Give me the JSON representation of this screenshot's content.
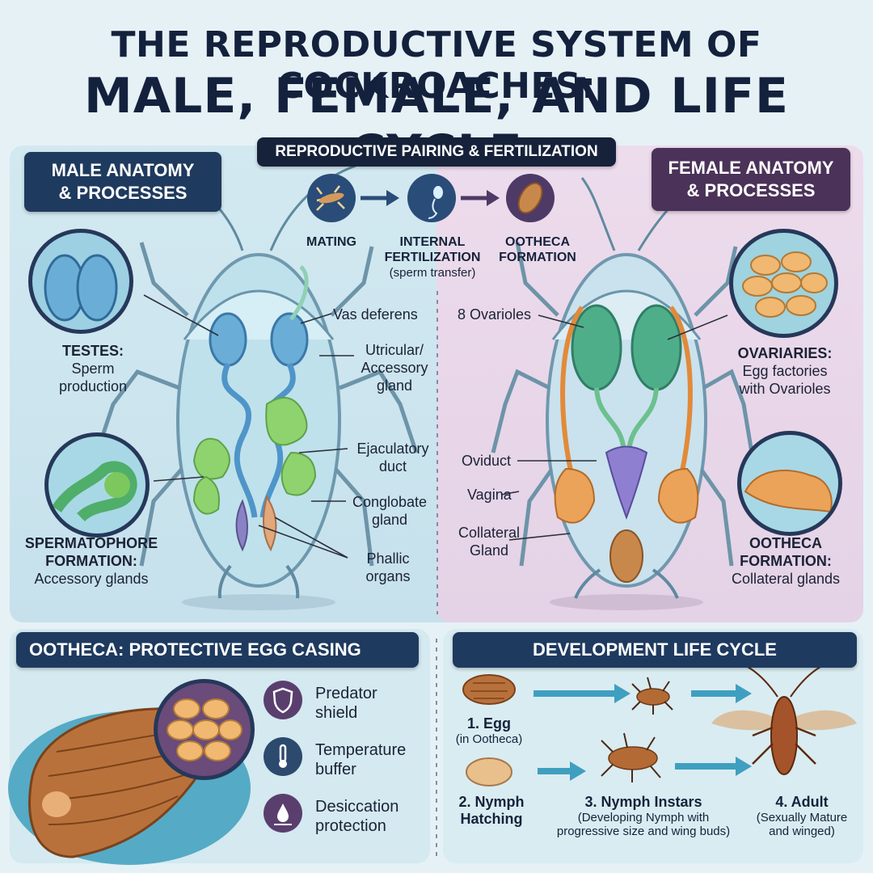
{
  "title": {
    "line1": "THE REPRODUCTIVE SYSTEM OF COCKROACHES:",
    "line2": "MALE, FEMALE, AND LIFE CYCLE"
  },
  "headers": {
    "male": [
      "MALE ANATOMY",
      "& PROCESSES"
    ],
    "center": "REPRODUCTIVE PAIRING & FERTILIZATION",
    "female": [
      "FEMALE ANATOMY",
      "& PROCESSES"
    ],
    "ootheca": "OOTHECA: PROTECTIVE EGG CASING",
    "lifecycle": "DEVELOPMENT LIFE CYCLE"
  },
  "pairing": {
    "steps": [
      {
        "label": [
          "MATING"
        ],
        "sub": ""
      },
      {
        "label": [
          "INTERNAL",
          "FERTILIZATION"
        ],
        "sub": "(sperm transfer)"
      },
      {
        "label": [
          "OOTHECA",
          "FORMATION"
        ],
        "sub": ""
      }
    ]
  },
  "male": {
    "testes_title": "TESTES:",
    "testes_desc": [
      "Sperm",
      "production"
    ],
    "sperm_title": [
      "SPERMATOPHORE",
      "FORMATION:"
    ],
    "sperm_desc": "Accessory glands",
    "labels": {
      "vas": "Vas deferens",
      "utricular": [
        "Utricular/",
        "Accessory",
        "gland"
      ],
      "ejac": [
        "Ejaculatory",
        "duct"
      ],
      "conglobate": [
        "Conglobate",
        "gland"
      ],
      "phallic": [
        "Phallic",
        "organs"
      ]
    }
  },
  "female": {
    "ovaries_title": "OVARIARIES:",
    "ovaries_desc": [
      "Egg factories",
      "with Ovarioles"
    ],
    "ootheca_title": [
      "OOTHECA",
      "FORMATION:"
    ],
    "ootheca_desc": "Collateral glands",
    "labels": {
      "ovarioles": "8 Ovarioles",
      "oviduct": "Oviduct",
      "vagina": "Vagina",
      "collateral": [
        "Collateral",
        "Gland"
      ]
    }
  },
  "ootheca_benefits": [
    {
      "icon": "shield-icon",
      "text": [
        "Predator",
        "shield"
      ],
      "color": "#5a3f6e"
    },
    {
      "icon": "thermometer-icon",
      "text": [
        "Temperature",
        "buffer"
      ],
      "color": "#2c4a6e"
    },
    {
      "icon": "water-drop-icon",
      "text": [
        "Desiccation",
        "protection"
      ],
      "color": "#5a3f6e"
    }
  ],
  "lifecycle": {
    "egg": {
      "title": "1. Egg",
      "sub": "(in Ootheca)"
    },
    "hatching": {
      "title": [
        "2. Nymph",
        "Hatching"
      ]
    },
    "instars": {
      "title": "3. Nymph Instars",
      "sub": [
        "(Developing Nymph with",
        "progressive size and wing buds)"
      ]
    },
    "adult": {
      "title": "4. Adult",
      "sub": [
        "(Sexually Mature",
        "and winged)"
      ]
    }
  },
  "colors": {
    "navy": "#1f3a5f",
    "purple": "#4b3258",
    "male_bg": "#cfe6ef",
    "female_bg": "#ead9ea",
    "arrow": "#3f9fc0"
  }
}
